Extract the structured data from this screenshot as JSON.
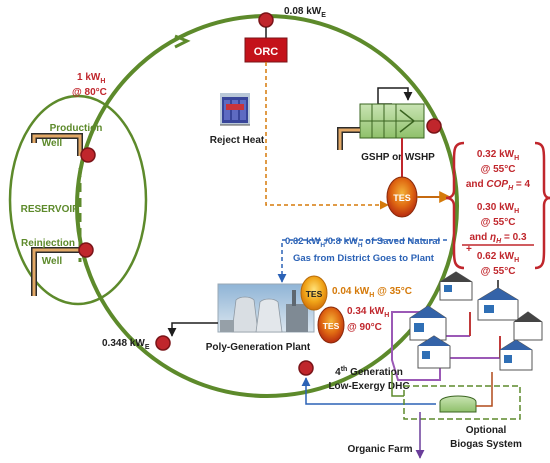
{
  "labels": {
    "orc": "ORC",
    "power_top": "0.08 kW",
    "power_top_sub": "E",
    "heat_in": "1 kW",
    "heat_in_sub": "H",
    "heat_in_temp": "@ 80°C",
    "production_well_1": "Production",
    "production_well_2": "Well",
    "reservoir": "RESERVOIR",
    "reinjection_well_1": "Reinjection",
    "reinjection_well_2": "Well",
    "reject_heat": "Reject Heat",
    "heat_pump": "GSHP or WSHP",
    "tes": "TES",
    "out1_val": "0.32 kW",
    "out1_sub": "H",
    "out1_temp": "@ 55°C",
    "out1_cop_pre": "and ",
    "out1_cop": "COP",
    "out1_cop_sub": "H",
    "out1_cop_post": " = 4",
    "out2_val": "0.30 kW",
    "out2_sub": "H",
    "out2_temp": "@ 55°C",
    "out2_eta_pre": "and ",
    "out2_eta": "η",
    "out2_eta_sub": "H",
    "out2_eta_post": " = 0.3",
    "plus": "+",
    "total_val": "0.62 kW",
    "total_sub": "H",
    "total_temp": "@ 55°C",
    "gas_line1_a": "0.62 kW",
    "gas_line1_a_sub": "H",
    "gas_line1_b": "/0.8 kW",
    "gas_line1_b_sub": "H",
    "gas_line1_c": " of Saved Natural",
    "gas_line2": "Gas from District Goes to Plant",
    "tes_low_a": "0.04 kW",
    "tes_low_sub": "H",
    "tes_low_b": " @ 35°C",
    "tes_high_a": "0.34 kW",
    "tes_high_sub": "H",
    "tes_high_b": "@ 90°C",
    "power_plant": "0.348 kW",
    "power_plant_sub": "E",
    "plant": "Poly-Generation Plant",
    "dhc_1_pre": "4",
    "dhc_1_sup": "th",
    "dhc_1_post": " Generation",
    "dhc_2": "Low-Exergy DHC",
    "organic_farm": "Organic Farm",
    "biogas_1": "Optional",
    "biogas_2": "Biogas System"
  },
  "colors": {
    "loop": "#5d8a2b",
    "node": "#c0262c",
    "orange": "#d57a0a",
    "blue": "#2b62b6",
    "hp_fill": "#a7d08c"
  }
}
